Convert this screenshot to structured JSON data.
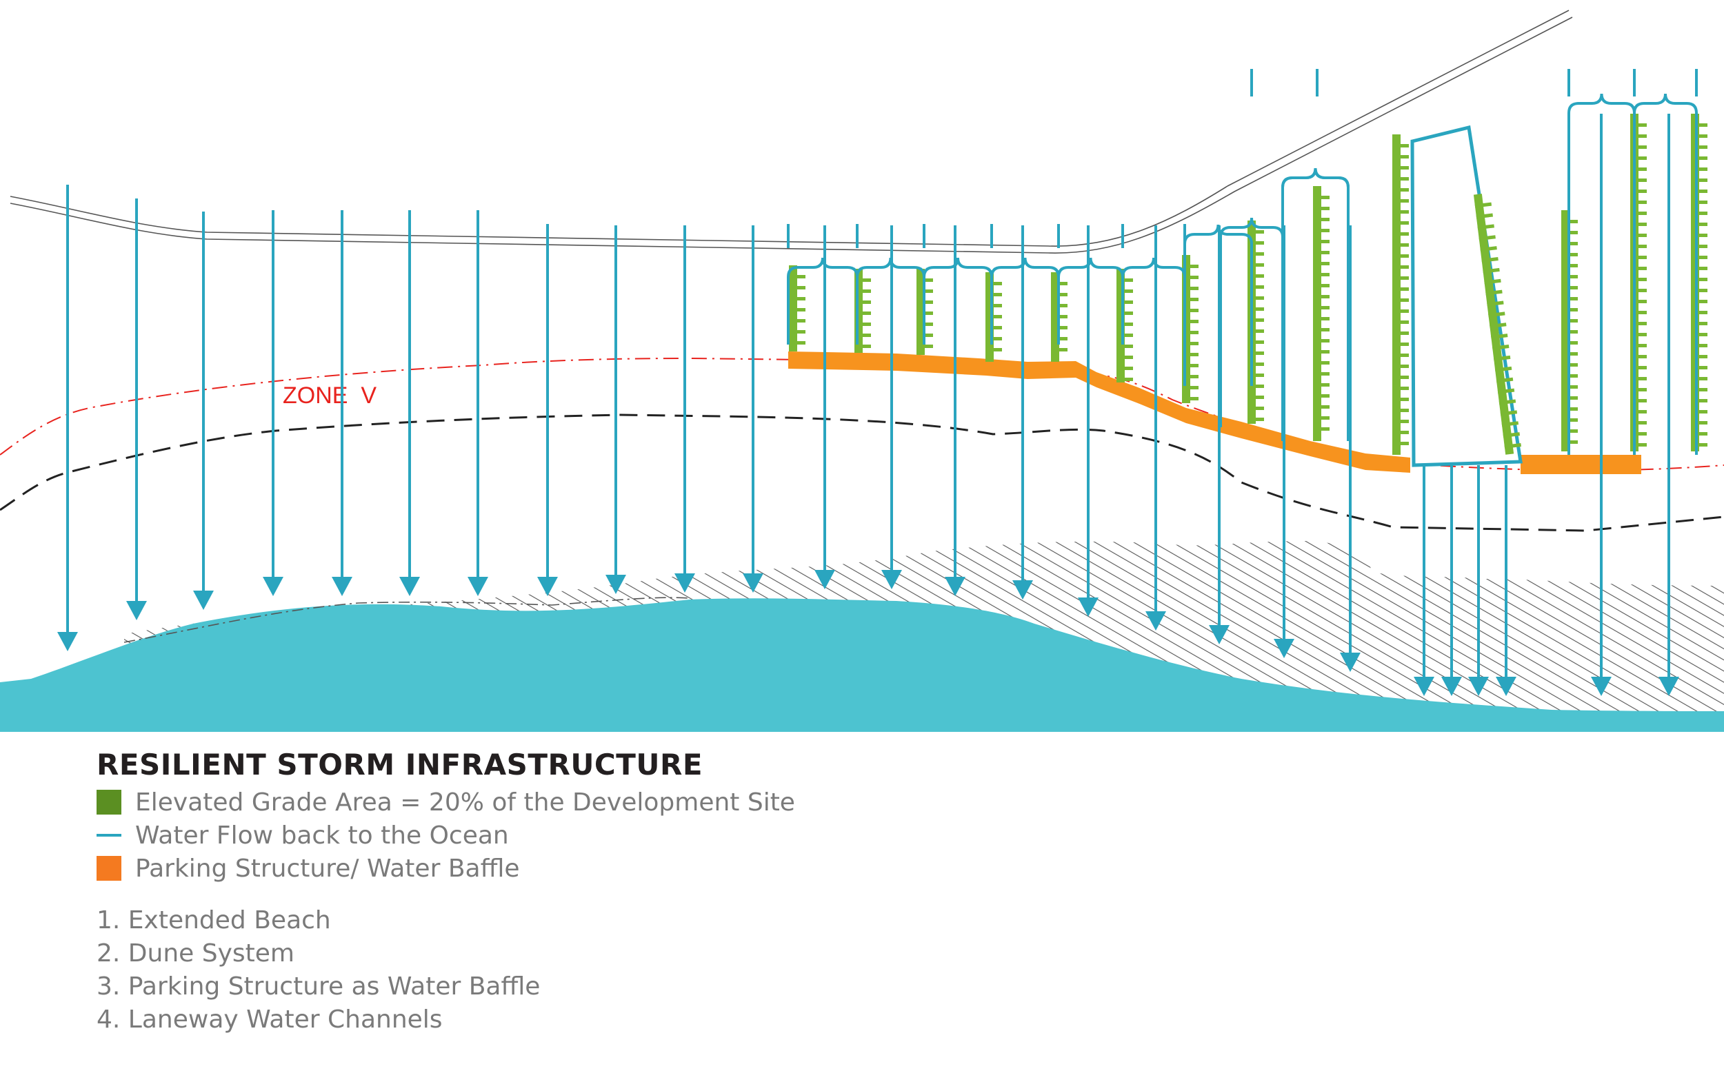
{
  "zone_label": "ZONE  V",
  "legend": {
    "title": "RESILIENT STORM INFRASTRUCTURE",
    "items": [
      {
        "label": "Elevated Grade Area = 20% of the Development Site",
        "color": "#5b8f22"
      },
      {
        "label": "Water Flow back to the Ocean",
        "color": "#2aa5bf"
      },
      {
        "label": "Parking Structure/ Water Baffle",
        "color": "#f47a20"
      }
    ]
  },
  "list": [
    "1. Extended Beach",
    "2. Dune System",
    "3. Parking Structure as Water Baffle",
    "4. Laneway Water Channels"
  ],
  "colors": {
    "ocean": "#4dc3d0",
    "flow": "#2aa5bf",
    "elevated": "#7ab832",
    "parking": "#f7931e",
    "zone": "#e8231e",
    "road": "#555555",
    "hatch": "#555555"
  }
}
